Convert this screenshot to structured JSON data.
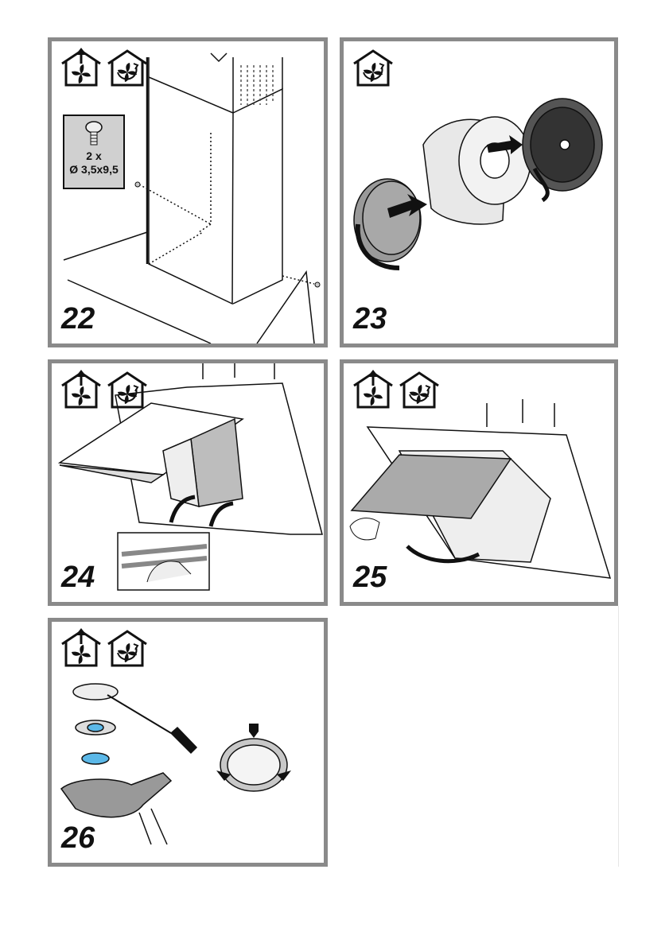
{
  "steps": [
    {
      "number": "22",
      "icons": [
        "ducted-extraction-icon",
        "recirculation-icon"
      ],
      "screw": {
        "quantity": "2 x",
        "size": "Ø 3,5x9,5"
      }
    },
    {
      "number": "23",
      "icons": [
        "recirculation-icon"
      ]
    },
    {
      "number": "24",
      "icons": [
        "ducted-extraction-icon",
        "recirculation-icon"
      ]
    },
    {
      "number": "25",
      "icons": [
        "ducted-extraction-icon",
        "recirculation-icon"
      ]
    },
    {
      "number": "26",
      "icons": [
        "ducted-extraction-icon",
        "recirculation-icon"
      ]
    }
  ],
  "colors": {
    "border": "#8a8a8a",
    "lamp_blue": "#5bb8e8",
    "filter_grey": "#9a9a9a"
  }
}
